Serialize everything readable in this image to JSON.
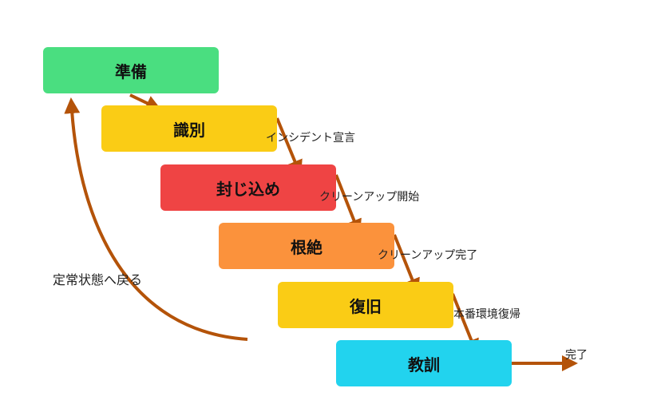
{
  "stages": [
    {
      "label": "準備",
      "color": "#4ade80"
    },
    {
      "label": "識別",
      "color": "#facc15"
    },
    {
      "label": "封じ込め",
      "color": "#ef4444"
    },
    {
      "label": "根絶",
      "color": "#fb923c"
    },
    {
      "label": "復旧",
      "color": "#facc15"
    },
    {
      "label": "教訓",
      "color": "#22d3ee"
    }
  ],
  "transitions": [
    {
      "label": "インシデント宣言"
    },
    {
      "label": "クリーンアップ開始"
    },
    {
      "label": "クリーンアップ完了"
    },
    {
      "label": "本番環境復帰"
    },
    {
      "label": "完了"
    }
  ],
  "loop_label": "定常状態へ戻る",
  "arrow_color": "#b45309"
}
